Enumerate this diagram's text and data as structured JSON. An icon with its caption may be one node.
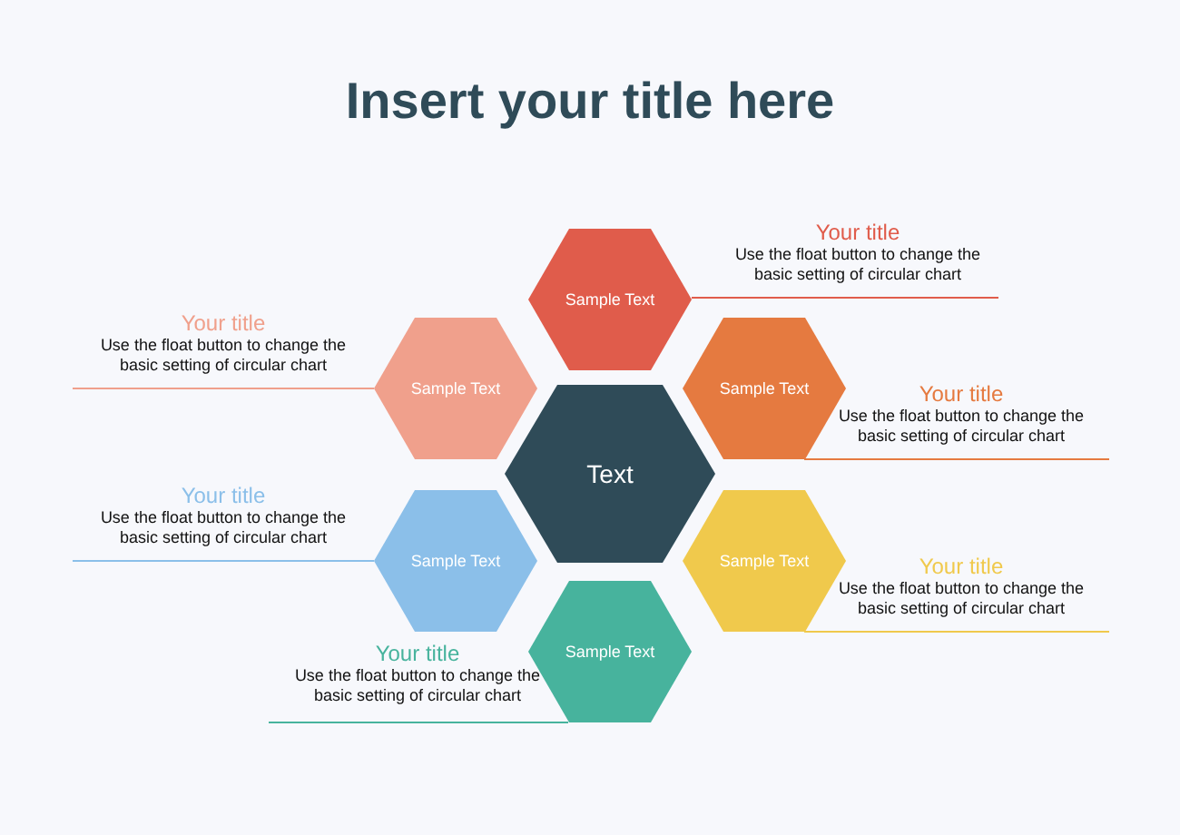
{
  "diagram": {
    "title": "Insert your title here",
    "nodes": [
      {
        "text": [
          "Text"
        ]
      },
      {
        "text": [
          "Sample Text"
        ]
      },
      {
        "text": [
          "Sample Text"
        ]
      },
      {
        "text": [
          "Sample Text"
        ]
      },
      {
        "text": [
          "Sample Text"
        ]
      },
      {
        "text": [
          "Sample Text"
        ]
      },
      {
        "text": [
          "Sample Text"
        ]
      },
      {
        "text": [
          "Your title",
          "Use the float button to change the basic setting of circular chart"
        ]
      },
      {
        "text": [
          "Your title",
          "Use the float button to change the basic setting of circular chart"
        ]
      },
      {
        "text": [
          "Your title",
          "Use the float button to change the basic setting of circular chart"
        ]
      },
      {
        "text": [
          "Your title",
          "Use the float button to change the basic setting of circular chart"
        ]
      },
      {
        "text": [
          "Your title",
          "Use the float button to change the basic setting of circular chart"
        ]
      },
      {
        "text": [
          "Your title",
          "Use the float button to change the basic setting of circular chart"
        ]
      }
    ],
    "edges": [
      {
        "from": 7,
        "to": 1,
        "arrow": "none",
        "color": "#e05c4b"
      },
      {
        "from": 8,
        "to": 2,
        "arrow": "none",
        "color": "#f0a08c"
      },
      {
        "from": 9,
        "to": 3,
        "arrow": "none",
        "color": "#e57a40"
      },
      {
        "from": 10,
        "to": 4,
        "arrow": "none",
        "color": "#8bbfe9"
      },
      {
        "from": 11,
        "to": 5,
        "arrow": "none",
        "color": "#f0c94c"
      },
      {
        "from": 12,
        "to": 6,
        "arrow": "none",
        "color": "#47b39d"
      }
    ]
  }
}
